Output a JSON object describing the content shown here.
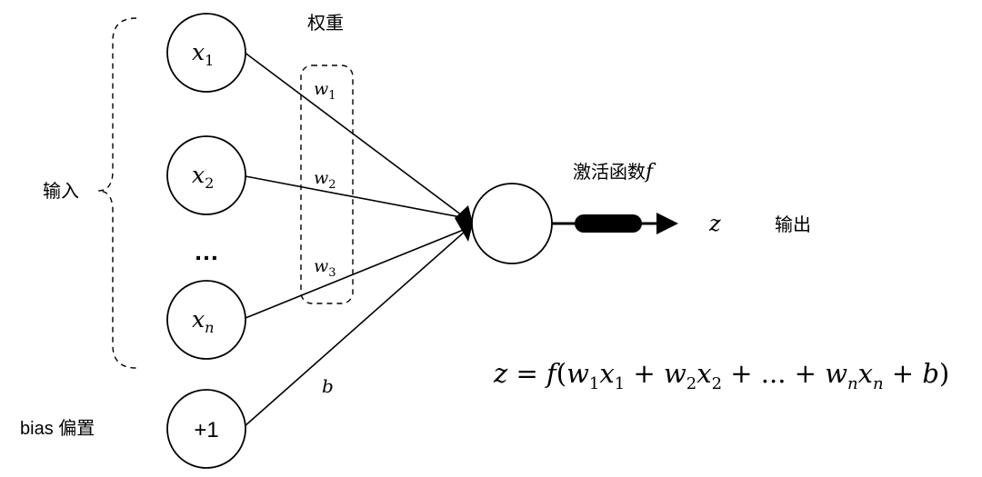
{
  "labels": {
    "weights_title": "权重",
    "input_label": "输入",
    "activation_label": "激活函数",
    "activation_symbol": "f",
    "output_var": "z",
    "output_label": "输出",
    "bias_label": "bias 偏置",
    "bias_weight": "b",
    "ellipsis": "…"
  },
  "inputs": [
    {
      "base": "x",
      "sub": "1"
    },
    {
      "base": "x",
      "sub": "2"
    },
    {
      "base": "x",
      "sub": "n"
    }
  ],
  "bias_node": "+1",
  "weights": [
    {
      "base": "w",
      "sub": "1"
    },
    {
      "base": "w",
      "sub": "2"
    },
    {
      "base": "w",
      "sub": "3"
    }
  ],
  "formula": {
    "lhs": "z",
    "eq": "=",
    "fn": "f",
    "terms": [
      {
        "w": "w",
        "ws": "1",
        "x": "x",
        "xs": "1"
      },
      {
        "w": "w",
        "ws": "2",
        "x": "x",
        "xs": "2"
      },
      {
        "ellipsis": "..."
      },
      {
        "w": "w",
        "ws": "n",
        "x": "x",
        "xs": "n"
      }
    ],
    "tail": "b"
  }
}
